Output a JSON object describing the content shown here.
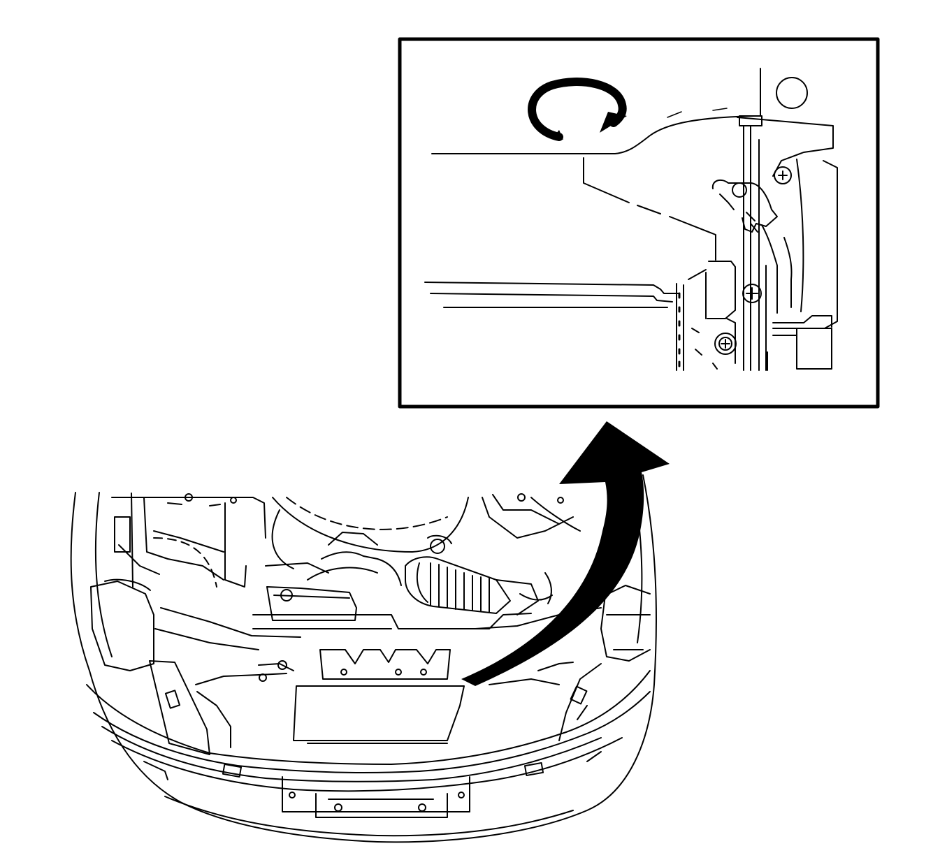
{
  "figure": {
    "kind": "line-art service illustration",
    "subject_icons": [
      "vehicle-front-engine-bay",
      "detail-inset-callout",
      "rotate-arrow-icon",
      "callout-arrow"
    ],
    "colors": {
      "ink": "#000000",
      "paper": "#ffffff"
    }
  }
}
